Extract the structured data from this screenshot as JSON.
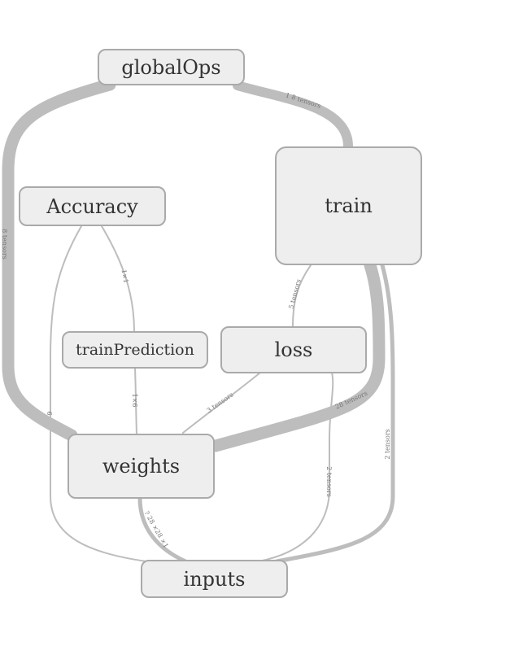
{
  "nodes": {
    "globalOps": "globalOps",
    "accuracy": "Accuracy",
    "train": "train",
    "trainPrediction": "trainPrediction",
    "loss": "loss",
    "weights": "weights",
    "inputs": "inputs"
  },
  "edge_labels": {
    "globalops_train": "1 8 tensors",
    "globalops_weights": "8 tensors",
    "accuracy_trainprediction": "1×1",
    "train_loss": "5 tensors",
    "trainprediction_weights": "1×6",
    "weights_left": "6",
    "loss_weights": "3 tensors",
    "train_weights": "28 tensors",
    "loss_inputs": "2 tensors",
    "train_inputs": "2 tensors",
    "weights_inputs": "? 28 ×28 ×1"
  }
}
